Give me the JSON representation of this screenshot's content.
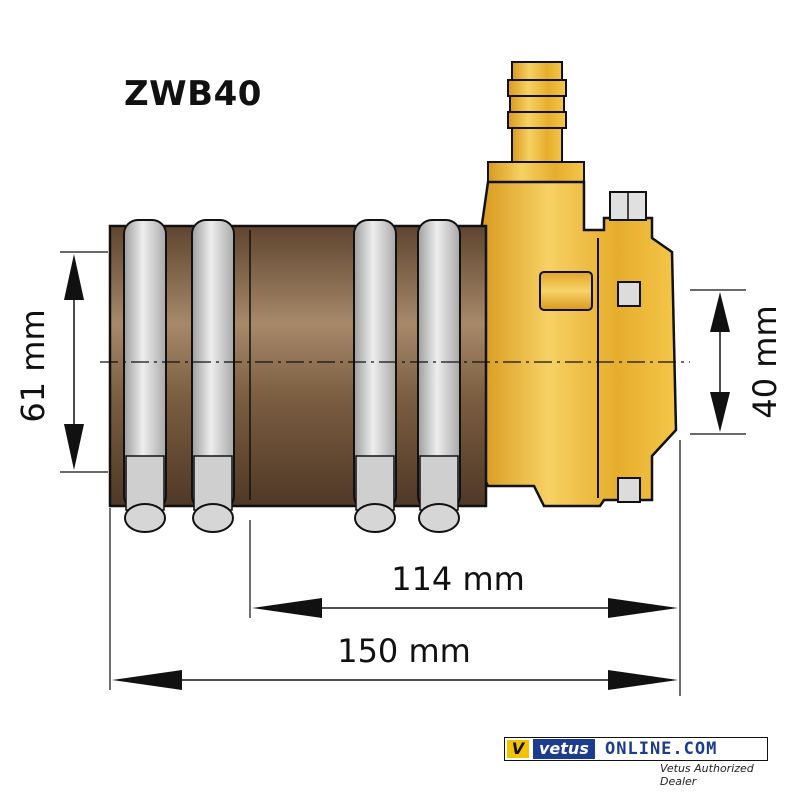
{
  "title": "ZWB40",
  "dimensions": {
    "height_left": "61 mm",
    "height_right": "40 mm",
    "length_body": "114 mm",
    "length_total": "150 mm"
  },
  "logo": {
    "badge": "V",
    "brand": "vetus",
    "site": "ONLINE.COM",
    "tagline": "Vetus Authorized Dealer"
  },
  "colors": {
    "brass": "#e8b634",
    "rubber": "#7a5a3c",
    "clamp": "#c9c9c9",
    "outline": "#111111",
    "brand_blue": "#1d3b8f",
    "brand_yellow": "#f2c300"
  }
}
